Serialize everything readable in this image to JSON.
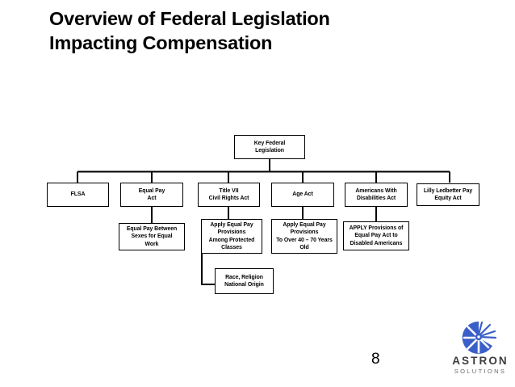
{
  "slide": {
    "title": "Overview of Federal Legislation\nImpacting Compensation",
    "page_number": "8",
    "background_color": "#ffffff",
    "text_color": "#000000"
  },
  "diagram": {
    "type": "org-chart",
    "root": {
      "id": "key-federal-legislation",
      "label": "Key Federal\nLegislation"
    },
    "level1": [
      {
        "id": "flsa",
        "label": "FLSA"
      },
      {
        "id": "equal-pay-act",
        "label": "Equal Pay\nAct"
      },
      {
        "id": "title-vii-civil-rights-act",
        "label": "Title VII\nCivil Rights Act"
      },
      {
        "id": "age-act",
        "label": "Age Act"
      },
      {
        "id": "americans-with-disabilities-act",
        "label": "Americans With\nDisabilities Act"
      },
      {
        "id": "lilly-ledbetter-pay-equity-act",
        "label": "Lilly Ledbetter Pay\nEquity Act"
      }
    ],
    "level2": [
      {
        "id": "equal-pay-between-sexes",
        "parent": "equal-pay-act",
        "label": "Equal Pay Between\nSexes for Equal\nWork"
      },
      {
        "id": "apply-among-protected-classes",
        "parent": "title-vii-civil-rights-act",
        "label": "Apply  Equal Pay\nProvisions\nAmong Protected\nClasses"
      },
      {
        "id": "apply-over-40-to-70",
        "parent": "age-act",
        "label": "Apply Equal Pay\nProvisions\nTo Over 40 – 70 Years\nOld"
      },
      {
        "id": "apply-to-disabled-americans",
        "parent": "americans-with-disabilities-act",
        "label": "APPLY Provisions of\nEqual Pay Act to\nDisabled  Americans"
      }
    ],
    "level3": [
      {
        "id": "race-religion-national-origin",
        "parent": "apply-among-protected-classes",
        "label": "Race, Religion\nNational Origin"
      }
    ]
  },
  "logo": {
    "name": "ASTRON",
    "tagline": "SOLUTIONS",
    "mark_name": "astron-starburst-mark",
    "mark_color": "#3a5fc8",
    "name_color": "#3d3d3d",
    "tagline_color": "#6a6a6a"
  }
}
